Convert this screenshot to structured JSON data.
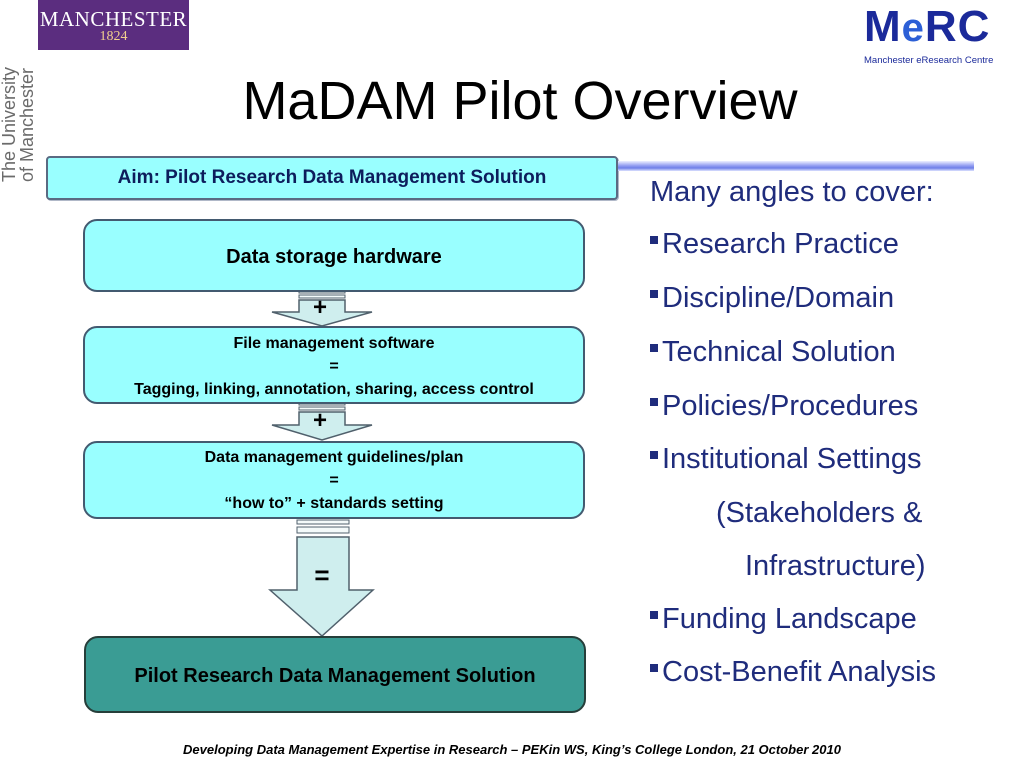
{
  "logos": {
    "manchester_word": "MANCHESTER",
    "manchester_year": "1824",
    "university_vertical": [
      "The University",
      "of Manchester"
    ],
    "merc_word_m": "M",
    "merc_word_e": "e",
    "merc_word_rc": "RC",
    "merc_subtitle": "Manchester eResearch Centre",
    "colors": {
      "manchester_purple": "#5b2d7f",
      "merc_blue": "#1b2a9a"
    }
  },
  "title": "MaDAM Pilot Overview",
  "aim": "Aim: Pilot Research Data Management Solution",
  "flow": {
    "hardware": "Data storage hardware",
    "operator_1": "+",
    "file_software_title": "File management software",
    "file_software_eq": "=",
    "file_software_detail": "Tagging, linking, annotation, sharing, access control",
    "operator_2": "+",
    "guidelines_title": "Data management guidelines/plan",
    "guidelines_eq": "=",
    "guidelines_detail": "“how to” + standards setting",
    "operator_3": "=",
    "solution": "Pilot Research Data Management Solution"
  },
  "angles": {
    "header": "Many angles to cover:",
    "items": [
      "Research Practice",
      "Discipline/Domain",
      "Technical Solution",
      "Policies/Procedures",
      "Institutional Settings"
    ],
    "continuation_1": "(Stakeholders &",
    "continuation_2": "Infrastructure)",
    "items_after": [
      "Funding Landscape",
      "Cost-Benefit Analysis"
    ]
  },
  "footer": "Developing Data Management Expertise in Research – PEKin WS, King’s College London, 21 October 2010",
  "colors": {
    "box_fill": "#99ffff",
    "solution_fill": "#3a9c94",
    "arrow_fill": "#cfeeee",
    "list_text": "#1f2c7c"
  }
}
